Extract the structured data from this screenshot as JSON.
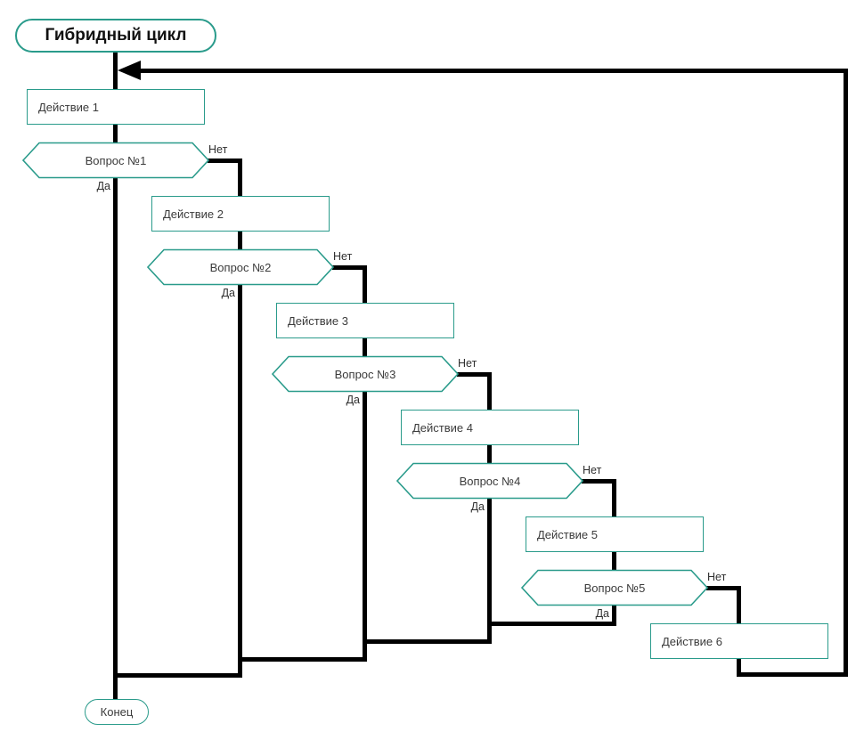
{
  "diagram": {
    "title": "Гибридный цикл",
    "end_label": "Конец",
    "actions": [
      {
        "label": "Действие 1"
      },
      {
        "label": "Действие 2"
      },
      {
        "label": "Действие 3"
      },
      {
        "label": "Действие 4"
      },
      {
        "label": "Действие 5"
      },
      {
        "label": "Действие 6"
      }
    ],
    "questions": [
      {
        "label": "Вопрос №1",
        "yes": "Да",
        "no": "Нет"
      },
      {
        "label": "Вопрос №2",
        "yes": "Да",
        "no": "Нет"
      },
      {
        "label": "Вопрос №3",
        "yes": "Да",
        "no": "Нет"
      },
      {
        "label": "Вопрос №4",
        "yes": "Да",
        "no": "Нет"
      },
      {
        "label": "Вопрос №5",
        "yes": "Да",
        "no": "Нет"
      }
    ],
    "colors": {
      "node_border": "#2a9b8b",
      "flow_line": "#000000",
      "text": "#3b3b3b"
    }
  }
}
